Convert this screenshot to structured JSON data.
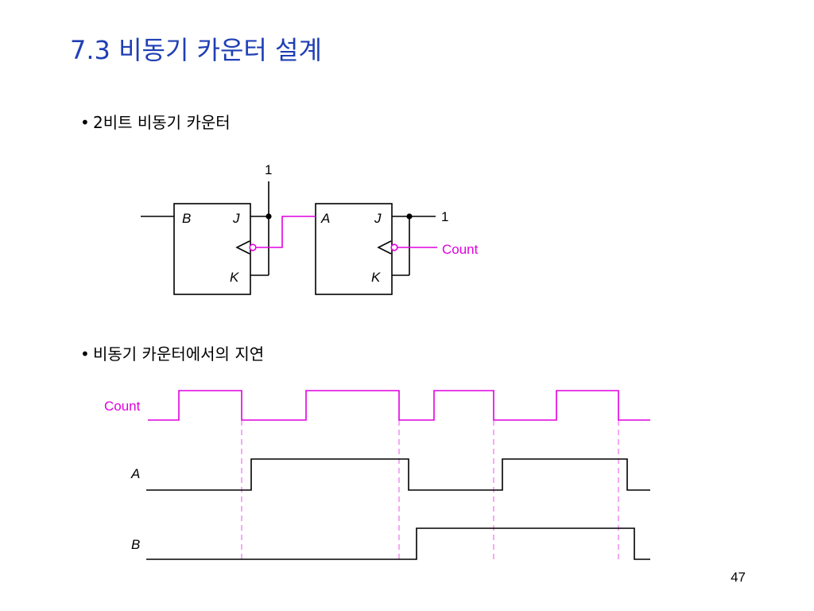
{
  "slide": {
    "title": "7.3 비동기 카운터 설계",
    "bullet1": "2비트 비동기 카운터",
    "bullet2": "비동기 카운터에서의 지연",
    "page_number": "47"
  },
  "circuit": {
    "ff1": {
      "q_label": "B",
      "j_label": "J",
      "k_label": "K"
    },
    "ff2": {
      "q_label": "A",
      "j_label": "J",
      "k_label": "K"
    },
    "const_top": "1",
    "const_right": "1",
    "count_label": "Count"
  },
  "timing": {
    "labels": {
      "count": "Count",
      "a": "A",
      "b": "B"
    },
    "count": [
      0,
      1,
      0,
      1,
      0,
      1,
      0,
      1,
      0
    ],
    "a": [
      0,
      1,
      0,
      1,
      0
    ],
    "b": [
      0,
      1,
      0
    ]
  },
  "colors": {
    "title": "#1f3fb5",
    "clock": "#e000e0",
    "line": "#000000",
    "dashed": "#f070f0"
  }
}
